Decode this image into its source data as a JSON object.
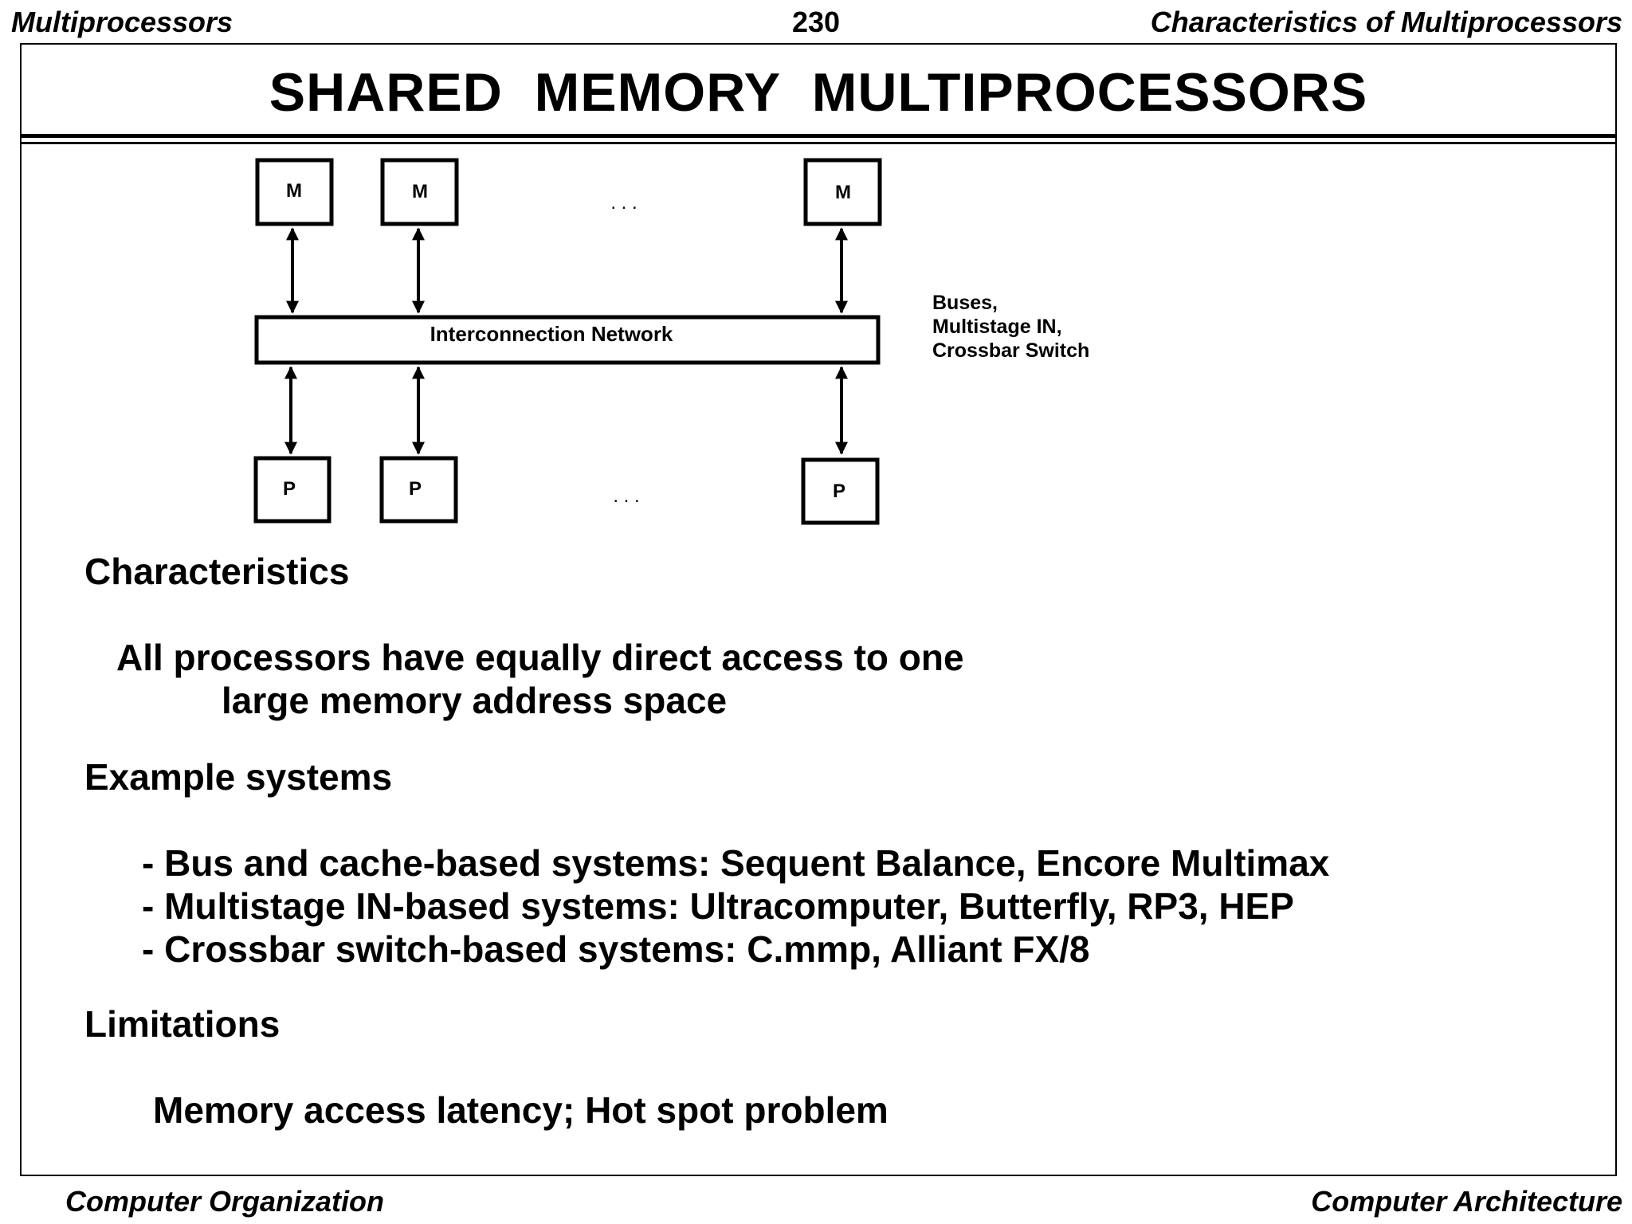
{
  "header": {
    "left": "Multiprocessors",
    "page_number": "230",
    "right": "Characteristics of Multiprocessors"
  },
  "title": "SHARED  MEMORY  MULTIPROCESSORS",
  "diagram": {
    "memory_labels": [
      "M",
      "M",
      "M"
    ],
    "processor_labels": [
      "P",
      "P",
      "P"
    ],
    "ellipsis_top": ". . .",
    "ellipsis_bottom": ". . .",
    "network_label": "Interconnection Network",
    "network_note": [
      "Buses,",
      "Multistage IN,",
      "Crossbar Switch"
    ]
  },
  "sections": {
    "characteristics": {
      "heading": "Characteristics",
      "lines": [
        "All processors have equally direct access to one",
        "large memory address space"
      ]
    },
    "examples": {
      "heading": "Example systems",
      "lines": [
        "- Bus and cache-based systems: Sequent Balance, Encore Multimax",
        "- Multistage IN-based systems: Ultracomputer, Butterfly, RP3, HEP",
        "- Crossbar switch-based systems: C.mmp, Alliant FX/8"
      ]
    },
    "limitations": {
      "heading": "Limitations",
      "lines": [
        "Memory access latency; Hot spot problem"
      ]
    }
  },
  "footer": {
    "left": "Computer Organization",
    "right": "Computer Architecture"
  }
}
